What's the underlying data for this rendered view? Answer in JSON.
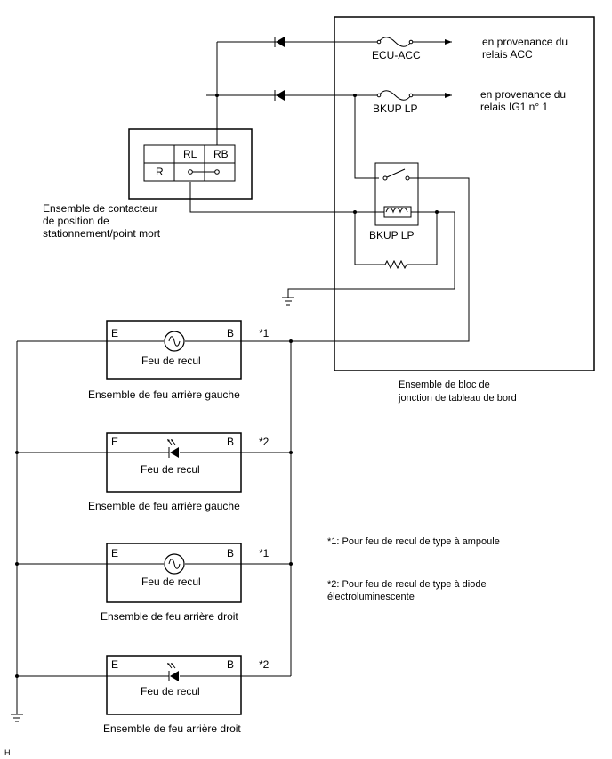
{
  "junction_block": {
    "title_line1": "Ensemble de bloc de",
    "title_line2": "jonction de tableau de bord",
    "fuse_acc": "ECU-ACC",
    "fuse_bkup": "BKUP LP",
    "relay": "BKUP LP",
    "src_acc_line1": "en provenance du",
    "src_acc_line2": "relais ACC",
    "src_ig1_line1": "en provenance du",
    "src_ig1_line2": "relais IG1 n° 1"
  },
  "park_switch": {
    "col_rl": "RL",
    "col_rb": "RB",
    "row_r": "R",
    "title_line1": "Ensemble de contacteur",
    "title_line2": "de position de",
    "title_line3": "stationnement/point mort"
  },
  "lamps": [
    {
      "pin_e": "E",
      "pin_b": "B",
      "name": "Feu de recul",
      "marker": "*1",
      "caption": "Ensemble de feu arrière gauche"
    },
    {
      "pin_e": "E",
      "pin_b": "B",
      "name": "Feu de recul",
      "marker": "*2",
      "caption": "Ensemble de feu arrière gauche"
    },
    {
      "pin_e": "E",
      "pin_b": "B",
      "name": "Feu de recul",
      "marker": "*1",
      "caption": "Ensemble de feu arrière droit"
    },
    {
      "pin_e": "E",
      "pin_b": "B",
      "name": "Feu de recul",
      "marker": "*2",
      "caption": "Ensemble de feu arrière droit"
    }
  ],
  "notes": {
    "note1": "*1: Pour feu de recul de type à ampoule",
    "note2_line1": "*2: Pour feu de recul de type à diode",
    "note2_line2": "électroluminescente"
  },
  "corner_mark": "H",
  "icons": [
    "diode-icon",
    "fuse-icon",
    "arrow-icon",
    "relay-switch-icon",
    "relay-coil-icon",
    "resistor-icon",
    "ground-icon",
    "bulb-icon",
    "led-icon"
  ]
}
